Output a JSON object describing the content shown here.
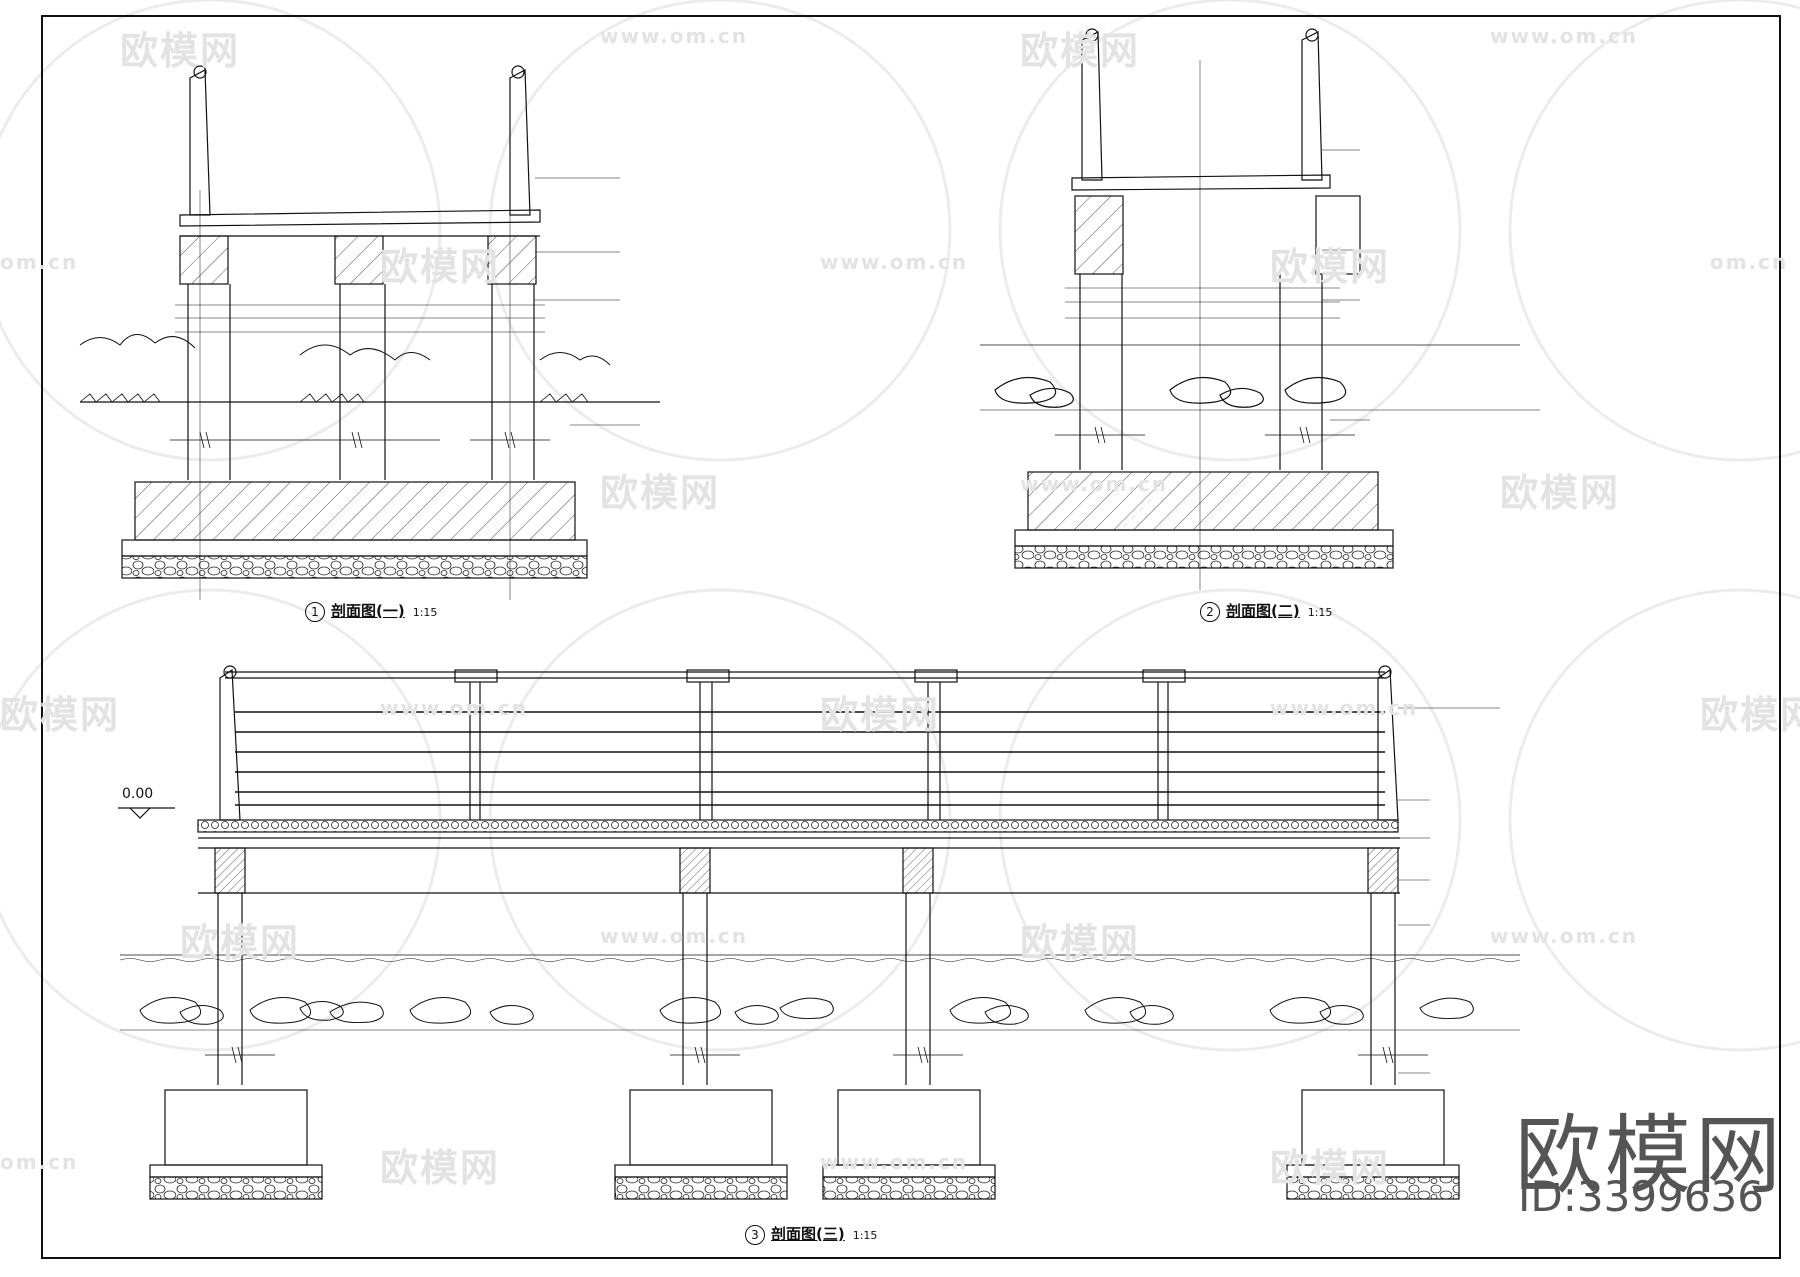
{
  "watermark": {
    "brand": "欧模网",
    "url": "www.om.cn",
    "url_short": "om.cn"
  },
  "sections": [
    {
      "number": "1",
      "name": "剖面图(一)",
      "scale": "1:15"
    },
    {
      "number": "2",
      "name": "剖面图(二)",
      "scale": "1:15"
    },
    {
      "number": "3",
      "name": "剖面图(三)",
      "scale": "1:15"
    }
  ],
  "elevation": {
    "label": "0.00"
  },
  "brand_mark": {
    "name": "欧模网",
    "id": "ID:3399636"
  },
  "colors": {
    "line": "#111111",
    "watermark": "#e3e3e3",
    "brand": "#555555"
  }
}
